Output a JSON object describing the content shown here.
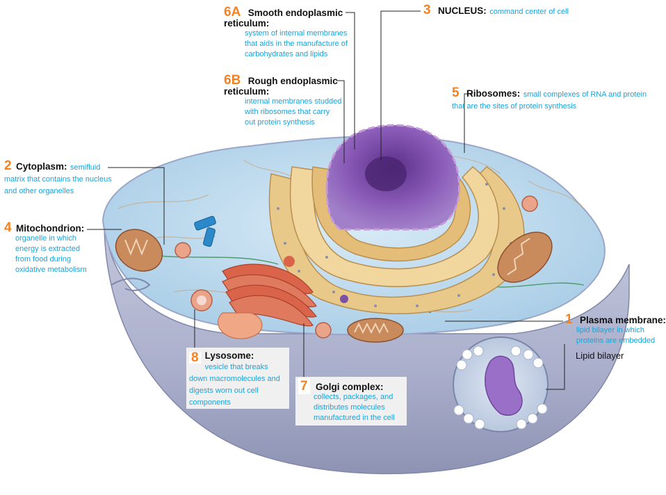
{
  "labels": {
    "smooth_er": {
      "num": "6A",
      "title": "Smooth endoplasmic reticulum:",
      "desc": "system of internal membranes that aids in the manufacture of carbohydrates and lipids"
    },
    "rough_er": {
      "num": "6B",
      "title": "Rough endoplasmic reticulum:",
      "desc": "internal membranes studded with ribosomes that carry out protein synthesis"
    },
    "nucleus": {
      "num": "3",
      "title": "NUCLEUS:",
      "desc": "command center of cell"
    },
    "ribosomes": {
      "num": "5",
      "title": "Ribosomes:",
      "desc": "small complexes of RNA and protein that are the sites of protein synthesis"
    },
    "cytoplasm": {
      "num": "2",
      "title": "Cytoplasm:",
      "desc": "semifluid matrix that contains the nucleus and other organelles"
    },
    "mitochondrion": {
      "num": "4",
      "title": "Mitochondrion:",
      "desc": "organelle in which energy is extracted from food during oxidative metabolism"
    },
    "plasma_membrane": {
      "num": "1",
      "title": "Plasma membrane:",
      "desc": "lipid bilayer in which proteins are embedded"
    },
    "lipid_bilayer": {
      "title": "Lipid bilayer"
    },
    "lysosome": {
      "num": "8",
      "title": "Lysosome:",
      "desc": "vesicle that breaks down macromolecules and digests worn out cell components"
    },
    "golgi": {
      "num": "7",
      "title": "Golgi complex:",
      "desc": "collects, packages, and distributes molecules manufactured in the cell"
    }
  },
  "colors": {
    "number": "#f58220",
    "description": "#1aa3d9",
    "cytoplasm": "#bcd9ee",
    "cell_body": "#b9bdd4",
    "nucleus": "#7d4fa6",
    "er": "#e9c98a",
    "golgi": "#d9644a",
    "mitochondrion": "#b8744a"
  }
}
